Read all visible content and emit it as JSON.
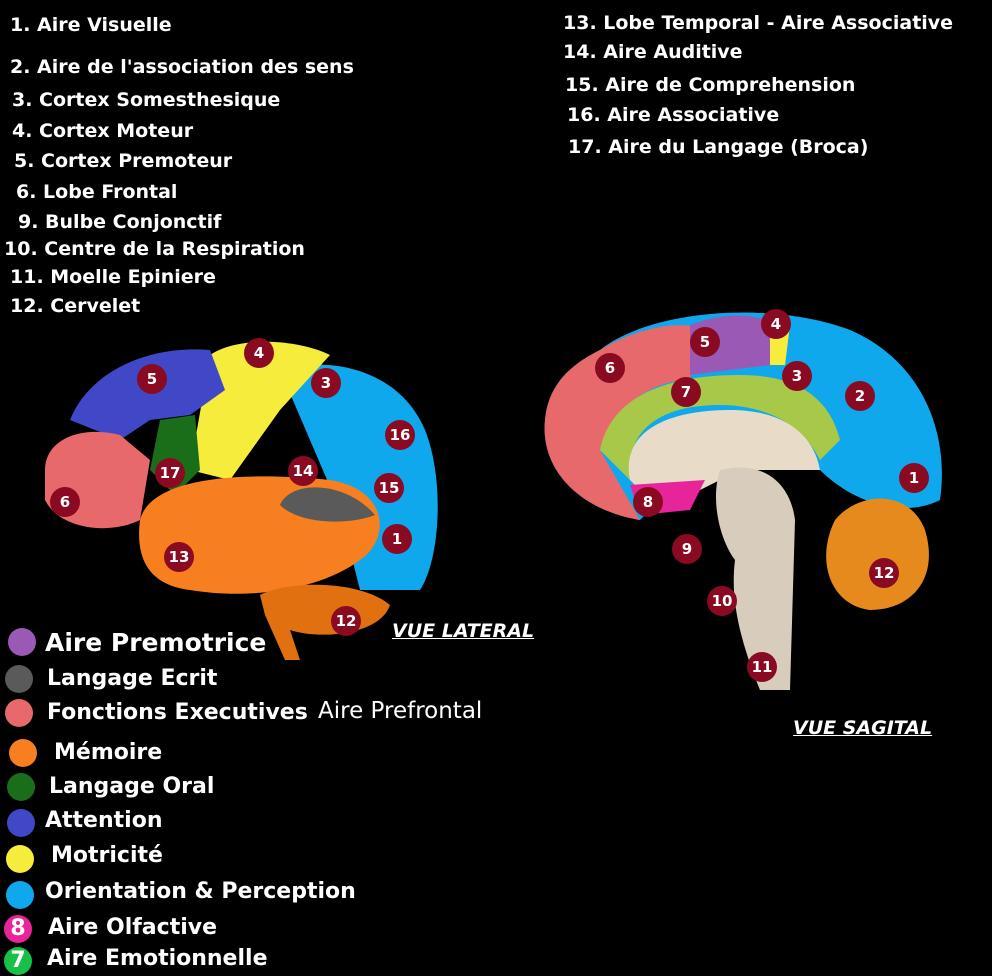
{
  "left_list": [
    "1. Aire Visuelle",
    "2. Aire de l'association des sens",
    "3. Cortex Somesthesique",
    "4. Cortex Moteur",
    "5. Cortex Premoteur",
    "6. Lobe Frontal",
    "9. Bulbe Conjonctif",
    "10. Centre de la Respiration",
    "11. Moelle Epiniere",
    "12. Cervelet"
  ],
  "right_list": [
    "13. Lobe Temporal - Aire Associative",
    "14. Aire Auditive",
    "15. Aire de Comprehension",
    "16. Aire Associative",
    "17. Aire du Langage (Broca)"
  ],
  "views": {
    "lateral": "VUE LATERAL",
    "sagittal": "VUE SAGITAL"
  },
  "legend": [
    {
      "label": "Aire Premotrice",
      "color": "#9b59b6"
    },
    {
      "label": "Langage Ecrit",
      "color": "#5a5a5a"
    },
    {
      "label": "Fonctions Executives",
      "note": "Aire Prefrontal",
      "color": "#e8696b"
    },
    {
      "label": "Mémoire",
      "color": "#f77f20"
    },
    {
      "label": "Langage Oral",
      "color": "#1a6e1a"
    },
    {
      "label": "Attention",
      "color": "#4048c8"
    },
    {
      "label": "Motricité",
      "color": "#f5ec3c"
    },
    {
      "label": "Orientation & Perception",
      "color": "#10a8ec"
    },
    {
      "label": "Aire Olfactive",
      "number": "8",
      "color": "#e8249a"
    },
    {
      "label": "Aire Emotionnelle",
      "number": "7",
      "color": "#18c048"
    }
  ],
  "lateral_markers": [
    "5",
    "4",
    "3",
    "16",
    "17",
    "14",
    "15",
    "6",
    "1",
    "13",
    "12"
  ],
  "sagittal_markers": [
    "4",
    "5",
    "6",
    "3",
    "7",
    "2",
    "1",
    "8",
    "9",
    "12",
    "10",
    "11"
  ]
}
